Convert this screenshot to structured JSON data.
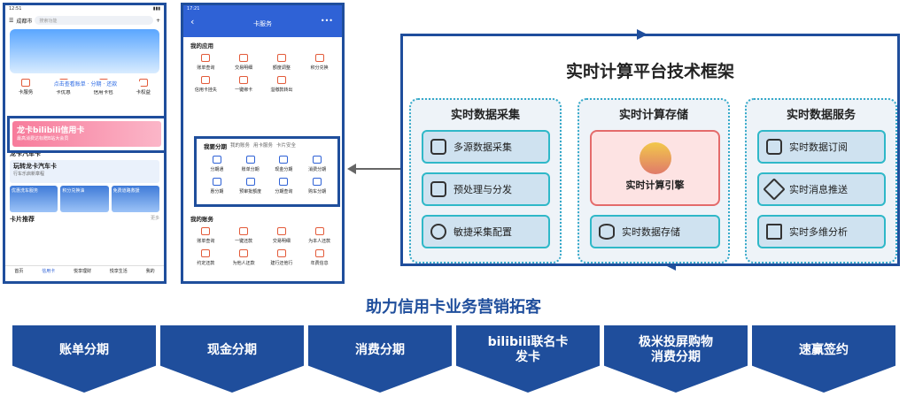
{
  "phone1": {
    "status": "12:51",
    "city": "成都市",
    "search": "搜索功能",
    "banner_btn": "点击查看账单 · 分期 · 还款",
    "icons": [
      "卡服务",
      "卡优惠",
      "信用卡包",
      "卡权益"
    ],
    "promo_title": "龙卡bilibili信用卡",
    "promo_sub": "最高消费达标赠B站大会员",
    "sec1": "龙卡汽车卡",
    "car_title": "玩转龙卡汽车卡",
    "car_sub": "行车乐启新章程",
    "cards": [
      "优惠洗车服务",
      "积分兑换油",
      "免费道路救援"
    ],
    "sec2": "卡片推荐",
    "more": "更多",
    "tabs": [
      "首页",
      "信用卡",
      "悦享理财",
      "悦享生活",
      "我的"
    ]
  },
  "phone2": {
    "status": "17:21",
    "title": "卡服务",
    "sec_apps": "我的应用",
    "apps": [
      "账单查询",
      "交易明细",
      "额度调整",
      "积分兑换",
      "信用卡挂失",
      "一键绑卡",
      "溢缴款转出"
    ],
    "tabs": [
      "我要分期",
      "我的账务",
      "用卡服务",
      "卡片安全"
    ],
    "inst": [
      "分期通",
      "账单分期",
      "现金分期",
      "消费分期",
      "惠分期",
      "预审批额度",
      "分期查询",
      "购车分期"
    ],
    "sec_acc": "我的账务",
    "acc": [
      "账单查询",
      "一键还款",
      "交易明细",
      "为本人还款",
      "约定还款",
      "为他人还款",
      "建行还他行",
      "年费信息"
    ]
  },
  "framework": {
    "title": "实时计算平台技术框架",
    "col1": {
      "title": "实时数据采集",
      "items": [
        "多源数据采集",
        "预处理与分发",
        "敏捷采集配置"
      ]
    },
    "col2": {
      "title": "实时计算存储",
      "engine": "实时计算引擎",
      "storage": "实时数据存储"
    },
    "col3": {
      "title": "实时数据服务",
      "items": [
        "实时数据订阅",
        "实时消息推送",
        "实时多维分析"
      ]
    }
  },
  "subtitle": "助力信用卡业务营销拓客",
  "bars": [
    "账单分期",
    "现金分期",
    "消费分期",
    "bilibili联名卡\n发卡",
    "极米投屏购物\n消费分期",
    "速赢签约"
  ],
  "colors": {
    "brand": "#1f4e9c",
    "accent": "#2fb8c8",
    "phone_header": "#2f62d6"
  }
}
